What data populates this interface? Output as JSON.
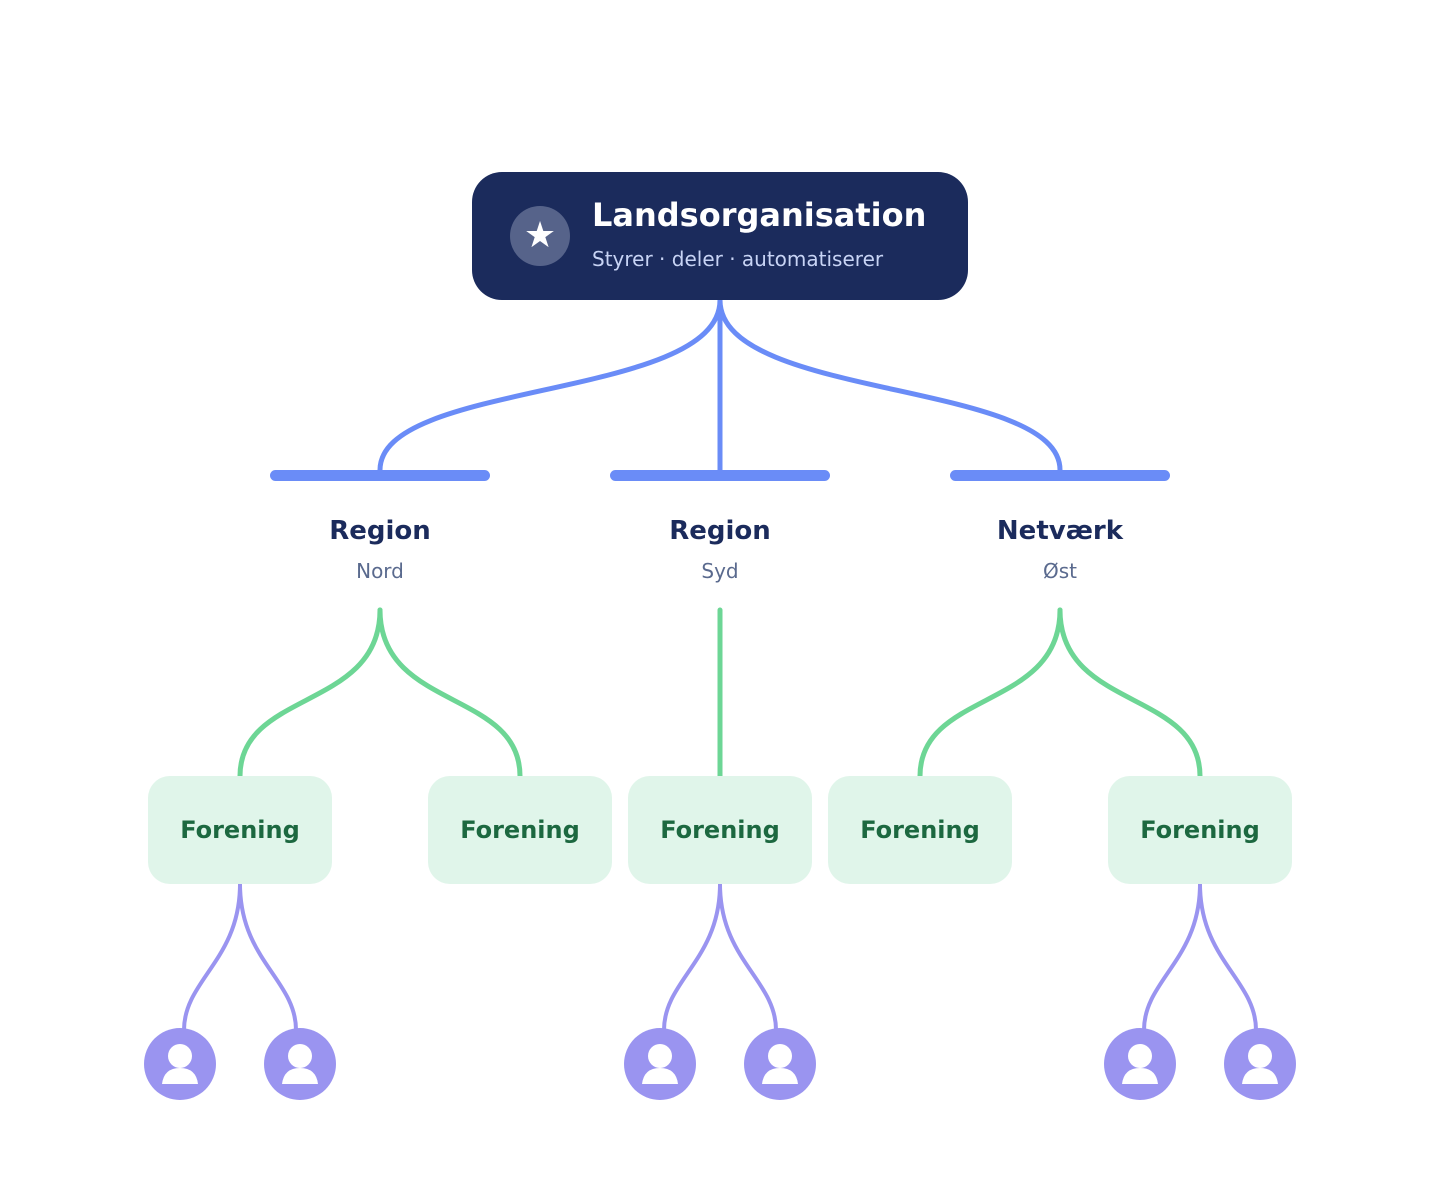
{
  "colors": {
    "root_bg": "#1b2b5c",
    "root_badge": "#56638a",
    "root_subtitle": "#c8d4f5",
    "region_edge": "#6a8cf7",
    "association_edge": "#6dd695",
    "association_bg": "#e0f5ea",
    "association_text": "#1c6840",
    "member_edge": "#9a94f0",
    "member_fill": "#9a94f0",
    "region_title": "#1b2b5c",
    "region_subtitle": "#5a6a8e"
  },
  "root": {
    "icon": "star-icon",
    "icon_glyph": "★",
    "title": "Landsorganisation",
    "subtitle": "Styrer · deler · automatiserer"
  },
  "regions": [
    {
      "title": "Region",
      "subtitle": "Nord",
      "associations": [
        {
          "label": "Forening",
          "members": 2
        },
        {
          "label": "Forening",
          "members": 0
        }
      ]
    },
    {
      "title": "Region",
      "subtitle": "Syd",
      "associations": [
        {
          "label": "Forening",
          "members": 2
        }
      ]
    },
    {
      "title": "Netværk",
      "subtitle": "Øst",
      "associations": [
        {
          "label": "Forening",
          "members": 0
        },
        {
          "label": "Forening",
          "members": 2
        }
      ]
    }
  ],
  "member_icon": "user-icon"
}
